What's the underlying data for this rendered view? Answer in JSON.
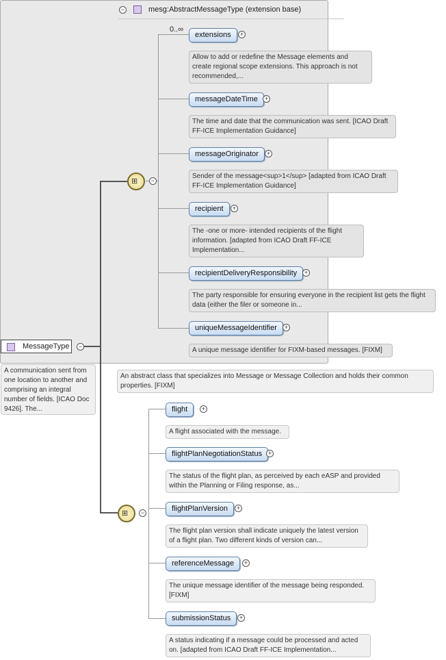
{
  "root": {
    "name": "MessageType",
    "doc": "A communication sent from one location to another and comprising an integral number of fields. [ICAO Doc 9426]. The..."
  },
  "base": {
    "title": "mesg:AbstractMessageType (extension base)",
    "doc": "An abstract class that specializes into Message or Message Collection and holds their common properties. [FIXM]",
    "multiplicity": "0..∞",
    "elements": [
      {
        "name": "extensions",
        "doc": "Allow to add or redefine the Message elements and create regional scope extensions. This approach is not recommended,..."
      },
      {
        "name": "messageDateTime",
        "doc": "The time and date that the communication was sent. [ICAO Draft FF-ICE Implementation Guidance]"
      },
      {
        "name": "messageOriginator",
        "doc": "Sender of the message<sup>1</sup> [adapted from ICAO Draft FF-ICE Implementation Guidance]"
      },
      {
        "name": "recipient",
        "doc": "The -one or more- intended recipients of the flight information. [adapted from ICAO Draft FF-ICE Implementation..."
      },
      {
        "name": "recipientDeliveryResponsibility",
        "doc": "The party responsible for ensuring everyone in the recipient list gets the flight data (either the filer or someone in..."
      },
      {
        "name": "uniqueMessageIdentifier",
        "doc": "A unique message identifier for FIXM-based messages. [FIXM]"
      }
    ]
  },
  "own": {
    "elements": [
      {
        "name": "flight",
        "doc": "A flight associated with the message."
      },
      {
        "name": "flightPlanNegotiationStatus",
        "doc": "The status of the flight plan, as perceived by each eASP and provided within the Planning or Filing response, as..."
      },
      {
        "name": "flightPlanVersion",
        "doc": "The flight plan version shall indicate uniquely the latest version of a flight plan. Two different kinds of version can..."
      },
      {
        "name": "referenceMessage",
        "doc": "The unique message identifier of the message being responded. [FIXM]"
      },
      {
        "name": "submissionStatus",
        "doc": "A status indicating if a message could be processed and acted on. [adapted from ICAO Draft FF-ICE Implementation..."
      }
    ]
  },
  "symbols": {
    "collapse": "−",
    "expand": "+",
    "sequence": "⊞"
  }
}
